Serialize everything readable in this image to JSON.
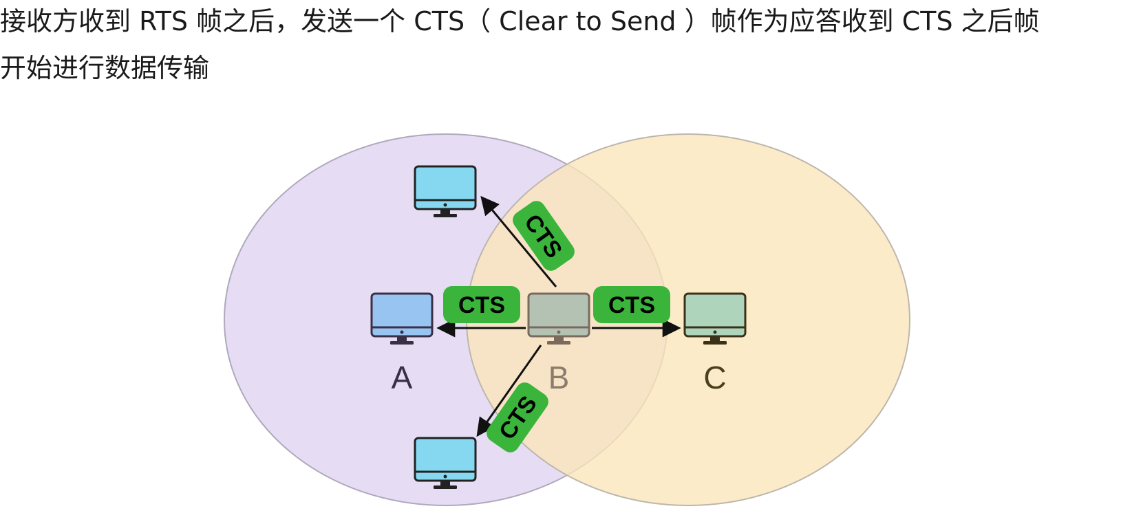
{
  "caption": {
    "line1": "接收方收到 RTS 帧之后，发送一个 CTS（ Clear to Send ）帧作为应答收到 CTS 之后帧",
    "line2": "开始进行数据传输"
  },
  "diagram": {
    "zones": [
      {
        "id": "left",
        "color": "#e6ddf4"
      },
      {
        "id": "right",
        "color": "#fbe6b8"
      }
    ],
    "nodes": [
      {
        "id": "A",
        "label": "A",
        "screen_color": "#98c4f2"
      },
      {
        "id": "B",
        "label": "B",
        "screen_color": "#b4c2b4"
      },
      {
        "id": "C",
        "label": "C",
        "screen_color": "#aed4bc"
      }
    ],
    "extra_nodes": [
      {
        "id": "top",
        "screen_color": "#86d8f0"
      },
      {
        "id": "bottom",
        "screen_color": "#86d8f0"
      }
    ],
    "badges": [
      {
        "id": "to-top",
        "text": "CTS"
      },
      {
        "id": "to-A",
        "text": "CTS"
      },
      {
        "id": "to-C",
        "text": "CTS"
      },
      {
        "id": "to-bottom",
        "text": "CTS"
      }
    ],
    "badge_color": "#3bb43b"
  }
}
